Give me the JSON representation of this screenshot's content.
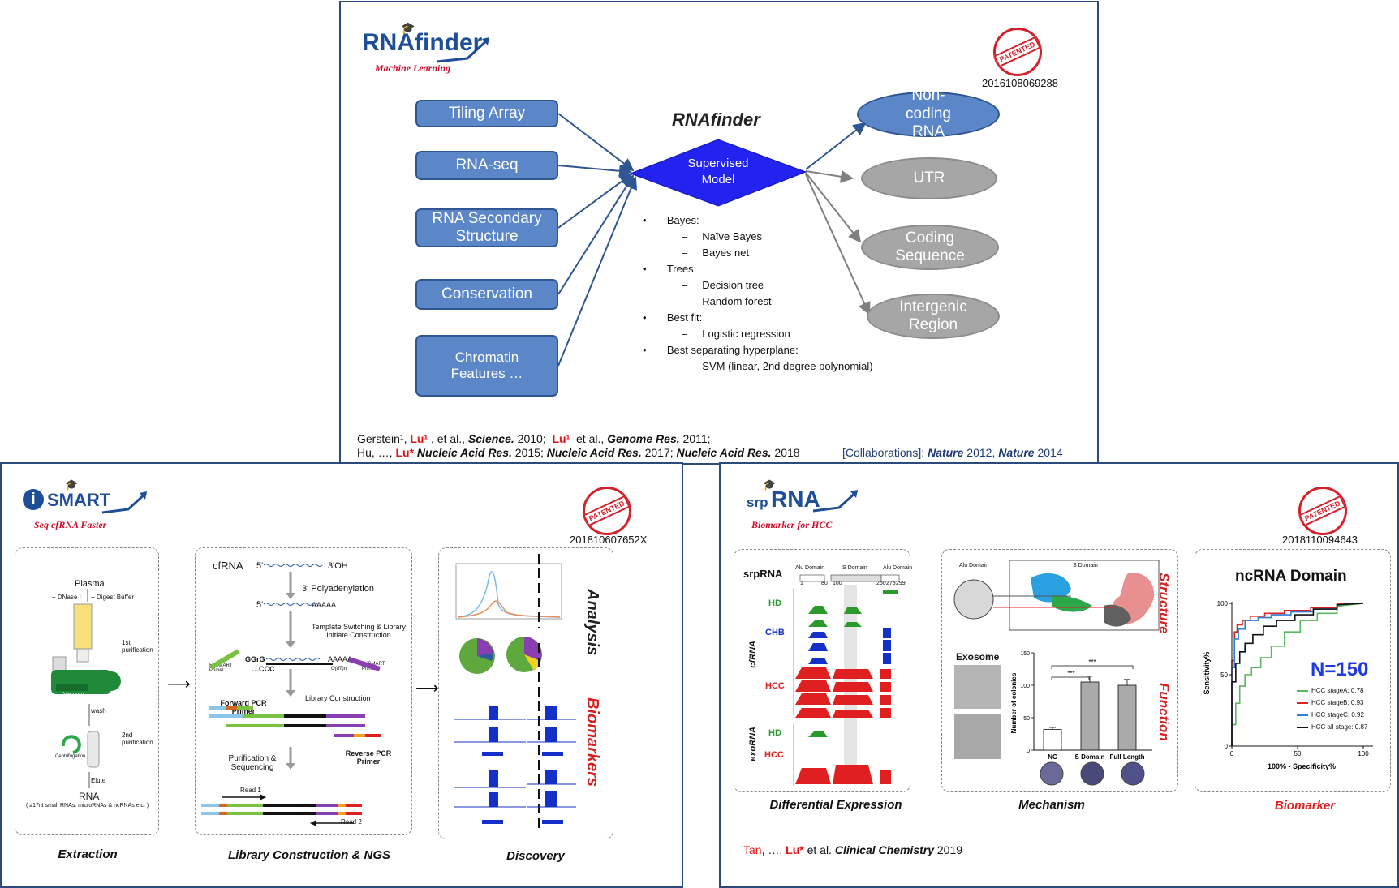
{
  "rnafinder": {
    "logo_title": "RNAfinder",
    "logo_subtitle": "Machine Learning",
    "stamp_text": "PATENTED",
    "patent_number": "2016108069288",
    "model_title": "RNAfinder",
    "model_label": "Supervised Model",
    "inputs": [
      "Tiling Array",
      "RNA-seq",
      "RNA Secondary Structure",
      "Conservation",
      "Chromatin Features …"
    ],
    "outputs": [
      "Non-coding RNA",
      "UTR",
      "Coding Sequence",
      "Intergenic Region"
    ],
    "methods": [
      {
        "name": "Bayes:",
        "items": [
          "Naïve Bayes",
          "Bayes net"
        ]
      },
      {
        "name": "Trees:",
        "items": [
          "Decision tree",
          "Random forest"
        ]
      },
      {
        "name": "Best fit:",
        "items": [
          "Logistic regression"
        ]
      },
      {
        "name": "Best separating hyperplane:",
        "items": [
          "SVM (linear, 2nd degree polynomial)"
        ]
      }
    ],
    "ref_line1": "Gerstein¹, Lu¹ , et al., Science. 2010; Lu¹ et al., Genome Res. 2011;",
    "ref_line2": "Hu, …, Lu* Nucleic Acid Res. 2015; Nucleic Acid Res. 2017; Nucleic Acid Res. 2018",
    "collab": "[Collaborations]: Nature 2012, Nature 2014"
  },
  "ismart": {
    "logo_title": "SMART",
    "logo_subtitle": "Seq cfRNA Faster",
    "stamp_text": "PATENTED",
    "patent_number": "201810607652X",
    "extraction": {
      "plasma": "Plasma",
      "dnase": "+ DNase I",
      "digest": "+ Digest Buffer",
      "purif1": "1st purification",
      "vacuum": "Vacuum",
      "wash": "wash",
      "purif2": "2nd purification",
      "centrifugation": "Centrifugation",
      "elute": "Elute",
      "rna": "RNA",
      "rna_note": "( ≥17nt small RNAs: microRNAs & ncRNAs etc. )"
    },
    "library": {
      "cfrna": "cfRNA",
      "five": "5'",
      "three_oh": "3'OH",
      "poly": "3' Polyadenylation",
      "aaaaa": "AAAAA…",
      "switch": "Template Switching & Library Initiate Construction",
      "primer5": "5' iSMART Primer",
      "primer3": "3' iSMART Primer",
      "gggg": "GGrG",
      "ccc": "…CCC",
      "dt": "O(dT)n",
      "libcons": "Library Construction",
      "fwd": "Forward PCR Primer",
      "rev": "Reverse PCR Primer",
      "purseq": "Purification & Sequencing",
      "read1": "Read 1",
      "read2": "Read 2"
    },
    "discovery": {
      "analysis": "Analysis",
      "biomarkers": "Biomarkers"
    },
    "captions": [
      "Extraction",
      "Library Construction & NGS",
      "Discovery"
    ]
  },
  "srprna": {
    "logo_prefix": "srp",
    "logo_title": "RNA",
    "logo_subtitle": "Biomarker for HCC",
    "stamp_text": "PATENTED",
    "patent_number": "2018110094643",
    "diffexp": {
      "srprna": "srpRNA",
      "alu": "Alu Domain",
      "sdom": "S Domain",
      "alu2": "Alu Domain",
      "ticks": [
        "1",
        "80",
        "100",
        "260",
        "275",
        "299"
      ],
      "cfrna": "cfRNA",
      "exorna": "exoRNA",
      "groups": [
        "HD",
        "CHB",
        "HCC",
        "HD",
        "HCC"
      ]
    },
    "mechanism": {
      "structure": "Structure",
      "function": "Function",
      "exosome": "Exosome",
      "alu": "Alu Domain",
      "sdom": "S Domain",
      "ylabel": "Number of colonies",
      "stars": [
        "***",
        "***"
      ]
    },
    "biomarker": {
      "title": "ncRNA Domain",
      "n": "N=150",
      "ylabel": "Sensitivity%",
      "xlabel": "100% - Specificity%",
      "legend": [
        "HCC stageA: 0.78",
        "HCC stageB: 0.93",
        "HCC stageC: 0.92",
        "HCC all stage: 0.87"
      ]
    },
    "captions": [
      "Differential Expression",
      "Mechanism",
      "Biomarker"
    ],
    "ref": "Tan, …, Lu* et al. Clinical Chemistry 2019"
  },
  "chart_data": [
    {
      "type": "bar",
      "categories": [
        "NC",
        "S Domain",
        "Full Length"
      ],
      "values": [
        32,
        105,
        100
      ],
      "errors": [
        3,
        9,
        9
      ],
      "ylabel": "Number of colonies",
      "ylim": [
        0,
        150
      ],
      "yticks": [
        0,
        50,
        100,
        150
      ]
    },
    {
      "type": "line",
      "title": "ncRNA Domain",
      "xlabel": "100% - Specificity%",
      "ylabel": "Sensitivity%",
      "xlim": [
        0,
        100
      ],
      "ylim": [
        0,
        100
      ],
      "xticks": [
        0,
        50,
        100
      ],
      "yticks": [
        0,
        50,
        100
      ],
      "series": [
        {
          "name": "HCC stageA: 0.78",
          "color": "#5cb85c",
          "x": [
            0,
            0,
            3,
            3,
            6,
            6,
            10,
            10,
            15,
            15,
            22,
            22,
            30,
            30,
            40,
            40,
            52,
            52,
            65,
            65,
            80,
            80,
            100
          ],
          "y": [
            0,
            15,
            15,
            30,
            30,
            42,
            42,
            50,
            50,
            55,
            55,
            62,
            62,
            70,
            70,
            80,
            80,
            88,
            88,
            93,
            93,
            98,
            100
          ]
        },
        {
          "name": "HCC stageB: 0.93",
          "color": "#e02020",
          "x": [
            0,
            0,
            2,
            2,
            4,
            4,
            8,
            8,
            14,
            14,
            25,
            25,
            40,
            40,
            60,
            60,
            80,
            80,
            100
          ],
          "y": [
            0,
            60,
            60,
            80,
            80,
            85,
            85,
            88,
            88,
            91,
            91,
            93,
            93,
            95,
            95,
            97,
            97,
            100,
            100
          ]
        },
        {
          "name": "HCC stageC: 0.92",
          "color": "#2f7fd8",
          "x": [
            0,
            0,
            2,
            2,
            5,
            5,
            10,
            10,
            20,
            20,
            30,
            30,
            45,
            45,
            62,
            62,
            80,
            80,
            100
          ],
          "y": [
            0,
            55,
            55,
            75,
            75,
            82,
            82,
            88,
            88,
            90,
            90,
            92,
            92,
            94,
            94,
            96,
            96,
            99,
            100
          ]
        },
        {
          "name": "HCC all stage: 0.87",
          "color": "#111111",
          "x": [
            0,
            0,
            3,
            3,
            6,
            6,
            10,
            10,
            16,
            16,
            24,
            24,
            34,
            34,
            48,
            48,
            62,
            62,
            80,
            80,
            100
          ],
          "y": [
            0,
            45,
            45,
            58,
            58,
            66,
            66,
            72,
            72,
            78,
            78,
            84,
            84,
            88,
            88,
            92,
            92,
            96,
            96,
            99,
            100
          ]
        }
      ]
    }
  ]
}
